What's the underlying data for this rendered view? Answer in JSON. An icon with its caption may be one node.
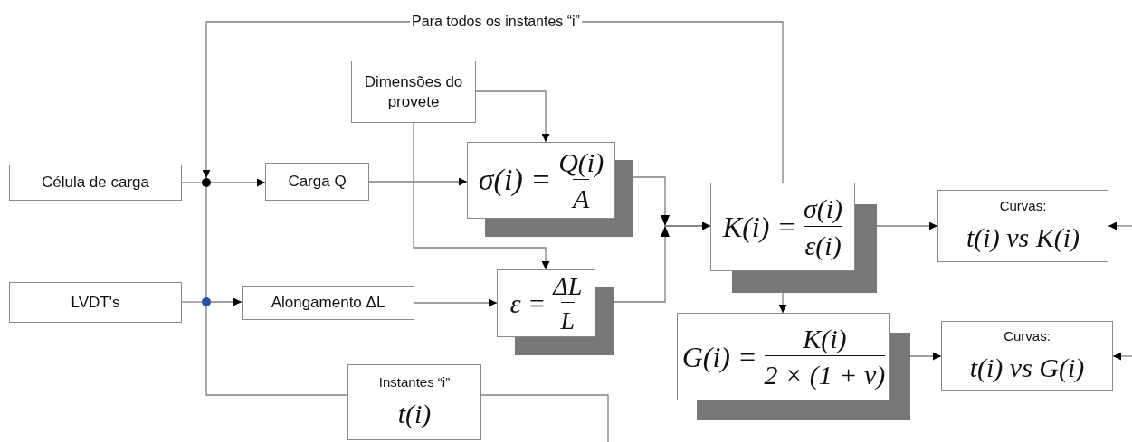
{
  "diagram": {
    "nodes": [
      {
        "text": [
          "Célula de carga"
        ]
      },
      {
        "text": [
          "LVDT's"
        ]
      },
      {
        "text": [
          "Carga Q"
        ]
      },
      {
        "text": [
          "Alongamento ΔL"
        ]
      },
      {
        "text": [
          "Dimensões do provete"
        ]
      },
      {
        "text": [
          "σ(i) =",
          "Q(i)",
          "A"
        ]
      },
      {
        "text": [
          "ε =",
          "ΔL",
          "L"
        ]
      },
      {
        "text": [
          "K(i) =",
          "σ(i)",
          "ε(i)"
        ]
      },
      {
        "text": [
          "Curvas:",
          "t(i) vs K(i)"
        ]
      },
      {
        "text": [
          "G(i) =",
          "K(i)",
          "2 × (1 + ν)"
        ]
      },
      {
        "text": [
          "Curvas:",
          "t(i) vs G(i)"
        ]
      },
      {
        "text": [
          "Instantes “i”",
          "t(i)"
        ]
      },
      {
        "text": [],
        "shape": "circle"
      },
      {
        "text": [],
        "shape": "circle"
      }
    ],
    "edges": [
      {
        "from": 0,
        "to": 12,
        "arrow": "none"
      },
      {
        "from": 7,
        "to": 12,
        "arrow": "to",
        "label": "Para todos os instantes “i”"
      },
      {
        "from": 12,
        "to": 2,
        "arrow": "to"
      },
      {
        "from": 1,
        "to": 13,
        "arrow": "none"
      },
      {
        "from": 13,
        "to": 3,
        "arrow": "to"
      },
      {
        "from": 12,
        "to": 13,
        "arrow": "none"
      },
      {
        "from": 13,
        "to": 11,
        "arrow": "none"
      },
      {
        "from": 2,
        "to": 5,
        "arrow": "to"
      },
      {
        "from": 4,
        "to": 5,
        "arrow": "to"
      },
      {
        "from": 4,
        "to": 6,
        "arrow": "to"
      },
      {
        "from": 3,
        "to": 6,
        "arrow": "to"
      },
      {
        "from": 5,
        "to": 7,
        "arrow": "to"
      },
      {
        "from": 6,
        "to": 7,
        "arrow": "to"
      },
      {
        "from": 7,
        "to": 8,
        "arrow": "to"
      },
      {
        "from": 7,
        "to": 9,
        "arrow": "to"
      },
      {
        "from": 9,
        "to": 10,
        "arrow": "to"
      },
      {
        "from": null,
        "to": 8,
        "arrow": "to"
      },
      {
        "from": null,
        "to": 10,
        "arrow": "to"
      },
      {
        "from": 11,
        "to": null,
        "arrow": "none"
      }
    ]
  }
}
